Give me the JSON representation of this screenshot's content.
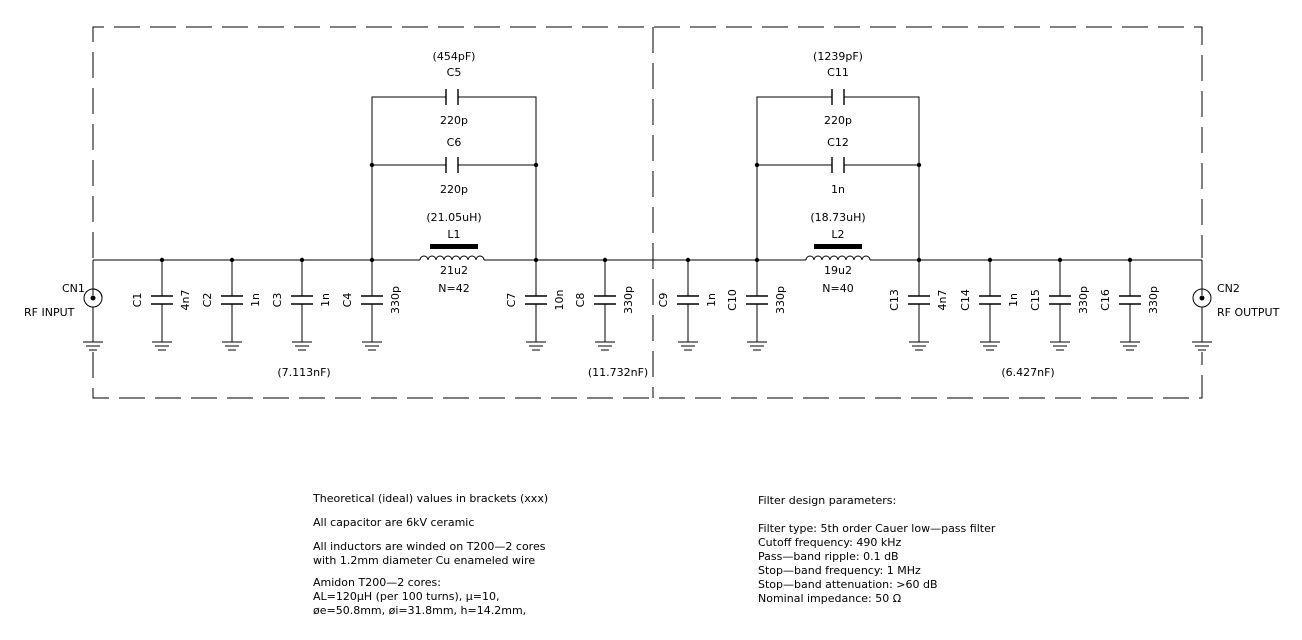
{
  "connectors": {
    "cn1": {
      "ref": "CN1",
      "label": "RF INPUT"
    },
    "cn2": {
      "ref": "CN2",
      "label": "RF OUTPUT"
    }
  },
  "shunt_caps": [
    {
      "ref": "C1",
      "value": "4n7"
    },
    {
      "ref": "C2",
      "value": "1n"
    },
    {
      "ref": "C3",
      "value": "1n"
    },
    {
      "ref": "C4",
      "value": "330p"
    },
    {
      "ref": "C7",
      "value": "10n"
    },
    {
      "ref": "C8",
      "value": "330p"
    },
    {
      "ref": "C9",
      "value": "1n"
    },
    {
      "ref": "C10",
      "value": "330p"
    },
    {
      "ref": "C13",
      "value": "4n7"
    },
    {
      "ref": "C14",
      "value": "1n"
    },
    {
      "ref": "C15",
      "value": "330p"
    },
    {
      "ref": "C16",
      "value": "330p"
    }
  ],
  "resonators": [
    {
      "c_total": "(454pF)",
      "c_top": {
        "ref": "C5",
        "value": "220p"
      },
      "c_mid": {
        "ref": "C6",
        "value": "220p"
      },
      "l_ideal": "(21.05uH)",
      "l_ref": "L1",
      "l_value": "21u2",
      "l_turns": "N=42"
    },
    {
      "c_total": "(1239pF)",
      "c_top": {
        "ref": "C11",
        "value": "220p"
      },
      "c_mid": {
        "ref": "C12",
        "value": "1n"
      },
      "l_ideal": "(18.73uH)",
      "l_ref": "L2",
      "l_value": "19u2",
      "l_turns": "N=40"
    }
  ],
  "shunt_totals": [
    "(7.113nF)",
    "(11.732nF)",
    "(6.427nF)"
  ],
  "notes_left": {
    "line1": "Theoretical (ideal) values in brackets (xxx)",
    "line2": "All capacitor are 6kV ceramic",
    "line3": "All inductors are winded on T200—2 cores",
    "line4": "with 1.2mm diameter Cu enameled wire",
    "line5": "Amidon T200—2 cores:",
    "line6": "AL=120µH (per 100 turns), µ=10,",
    "line7": "øe=50.8mm, øi=31.8mm, h=14.2mm,"
  },
  "notes_right": {
    "heading": "Filter design parameters:",
    "line1": "Filter type: 5th order Cauer low—pass filter",
    "line2": "Cutoff frequency: 490 kHz",
    "line3": "Pass—band ripple: 0.1 dB",
    "line4": "Stop—band frequency: 1 MHz",
    "line5": "Stop—band attenuation: >60 dB",
    "line6": "Nominal impedance: 50 Ω"
  }
}
